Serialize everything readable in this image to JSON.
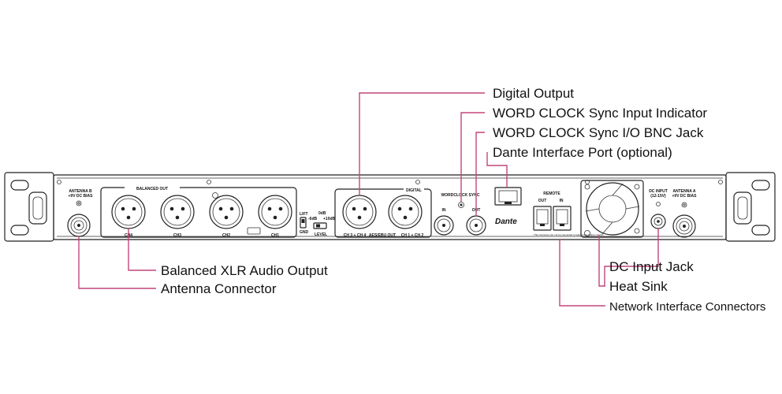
{
  "callouts": {
    "digital_output": "Digital Output",
    "word_clock_indicator": "WORD CLOCK Sync Input Indicator",
    "word_clock_bnc": "WORD CLOCK Sync I/O BNC Jack",
    "dante_port": "Dante Interface Port (optional)",
    "balanced_xlr": "Balanced XLR Audio Output",
    "antenna_connector": "Antenna Connector",
    "dc_input_jack": "DC Input Jack",
    "heat_sink": "Heat Sink",
    "network_interface": "Network Interface Connectors"
  },
  "panel": {
    "antenna_b": "ANTENNA B",
    "antenna_b_bias": "+9V DC BIAS",
    "balanced_out": "BALANCED OUT",
    "ch4": "CH4",
    "ch3": "CH3",
    "ch2": "CH2",
    "ch1": "CH1",
    "lift": "LIFT",
    "gnd": "GND",
    "level": "LEVEL",
    "level_0db": "0dB",
    "level_minus6": "-6dB",
    "level_plus10": "+10dB",
    "digital": "DIGITAL",
    "ch34": "CH 3 + CH 4",
    "aes_out": "AES/EBU OUT",
    "ch12": "CH 1 + CH 2",
    "wordclock_sync": "WORDCLOCK SYNC",
    "in": "IN",
    "out": "OUT",
    "dante": "Dante",
    "remote": "REMOTE",
    "remote_out": "OUT",
    "remote_in": "IN",
    "remote_note": "This connector can not be connected to telecommunication circuits",
    "dc_input": "DC INPUT",
    "dc_input_range": "(12-15V)",
    "antenna_a": "ANTENNA A",
    "antenna_a_bias": "+9V DC BIAS"
  },
  "colors": {
    "leader": "#c2477a",
    "panel_outline": "#222222"
  }
}
